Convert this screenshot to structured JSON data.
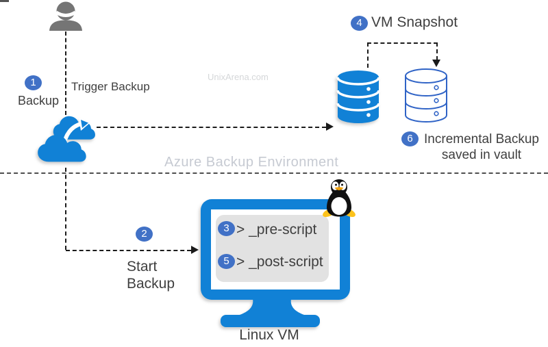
{
  "diagram": {
    "watermark": "UnixArena.com",
    "environment_label": "Azure Backup Environment",
    "steps": [
      {
        "num": "1",
        "label": "Backup"
      },
      {
        "num": "2",
        "line1": "Start",
        "line2": "Backup"
      },
      {
        "num": "3",
        "label": "> _pre-script"
      },
      {
        "num": "4",
        "label": "VM Snapshot"
      },
      {
        "num": "5",
        "label": "> _post-script"
      },
      {
        "num": "6",
        "line1": "Incremental Backup",
        "line2": "saved in vault"
      }
    ],
    "labels": {
      "trigger_backup": "Trigger Backup",
      "linux_vm": "Linux VM"
    },
    "icons": {
      "user": "user-icon",
      "azure_cloud": "azure-backup-cloud-icon",
      "database_filled": "database-filled-icon",
      "database_outline": "database-snapshot-icon",
      "monitor": "linux-vm-monitor-icon",
      "tux": "tux-penguin-icon"
    },
    "colors": {
      "azure_blue": "#1181d6",
      "badge_blue": "#4171c6",
      "db_outline_blue": "#2f63c6",
      "text_dark": "#3f3f3f",
      "muted_label": "#c6cad2",
      "watermark": "#d5d7d9",
      "script_box_bg": "#e2e2e2",
      "dash_black": "#1a1a1a",
      "dash_gray": "#4d4d4d",
      "person_gray": "#757575",
      "tux_yellow": "#fcc21b",
      "tux_beak": "#f2a20c"
    }
  }
}
